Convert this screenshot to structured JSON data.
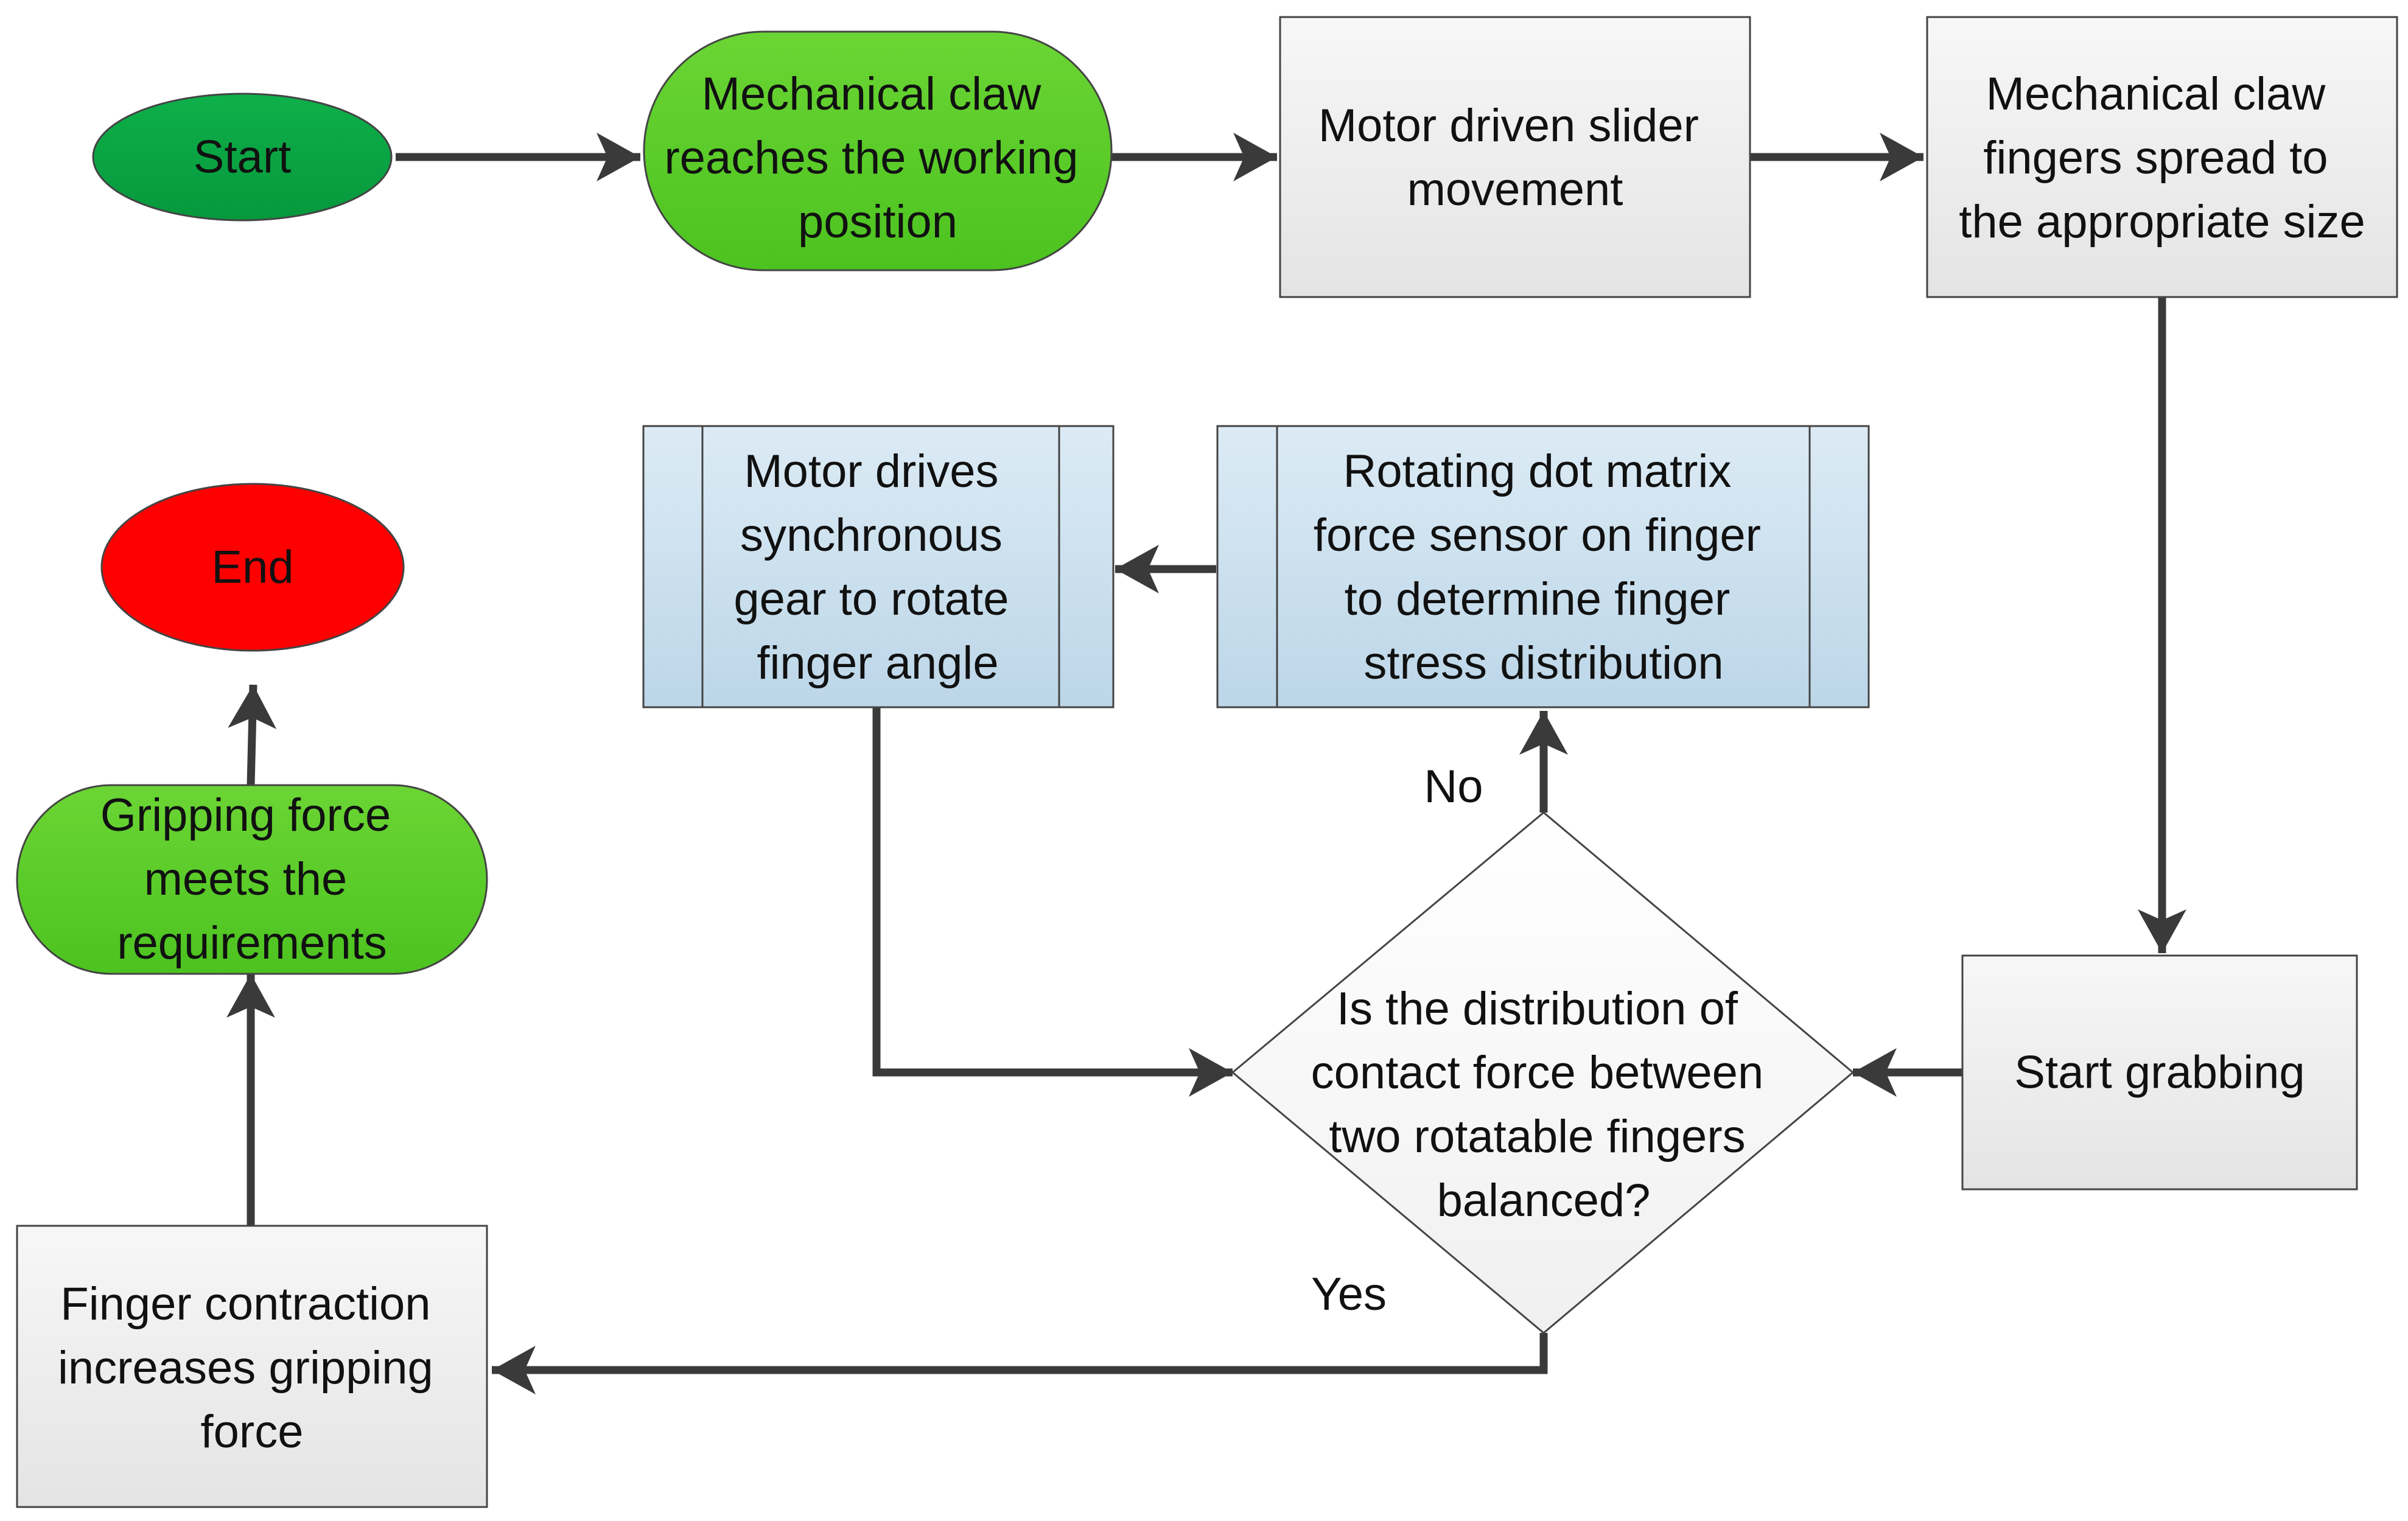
{
  "colors": {
    "start_fill": "#0aa544",
    "end_fill": "#ff0000",
    "state_fill": "#5ccd2a",
    "process_fill": "#f2f2f2",
    "subprocess_fill": "#cfe2ef",
    "decision_fill": "#ffffff",
    "border": "#444444",
    "connector": "#3a3a3a",
    "text": "#111111"
  },
  "nodes": {
    "start": {
      "label": "Start"
    },
    "end": {
      "label": "End"
    },
    "reaches_position": {
      "lines": [
        "Mechanical claw",
        "reaches the working",
        "position"
      ]
    },
    "slider_movement": {
      "lines": [
        "Motor driven slider",
        "movement"
      ]
    },
    "fingers_spread": {
      "lines": [
        "Mechanical claw",
        "fingers spread to",
        "the appropriate size"
      ]
    },
    "start_grabbing": {
      "label": "Start grabbing"
    },
    "balance_decision": {
      "lines": [
        "Is the distribution of",
        "contact force between",
        "two rotatable fingers",
        "balanced?"
      ]
    },
    "force_sensor": {
      "lines": [
        "Rotating dot matrix",
        "force sensor on finger",
        "to determine finger",
        "stress distribution"
      ]
    },
    "rotate_finger": {
      "lines": [
        "Motor drives",
        "synchronous",
        "gear to rotate",
        "finger angle"
      ]
    },
    "finger_contraction": {
      "lines": [
        "Finger contraction",
        "increases gripping",
        "force"
      ]
    },
    "force_meets": {
      "lines": [
        "Gripping force",
        "meets the",
        "requirements"
      ]
    }
  },
  "edge_labels": {
    "no": "No",
    "yes": "Yes"
  }
}
